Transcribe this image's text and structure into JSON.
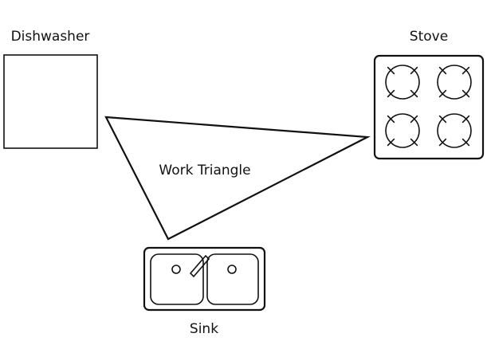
{
  "labels": {
    "dishwasher": "Dishwasher",
    "stove": "Stove",
    "sink": "Sink",
    "work_triangle": "Work Triangle"
  },
  "colors": {
    "stroke": "#111111",
    "background": "#ffffff"
  },
  "stove": {
    "burner_count": 4
  },
  "sink": {
    "basin_count": 2
  }
}
